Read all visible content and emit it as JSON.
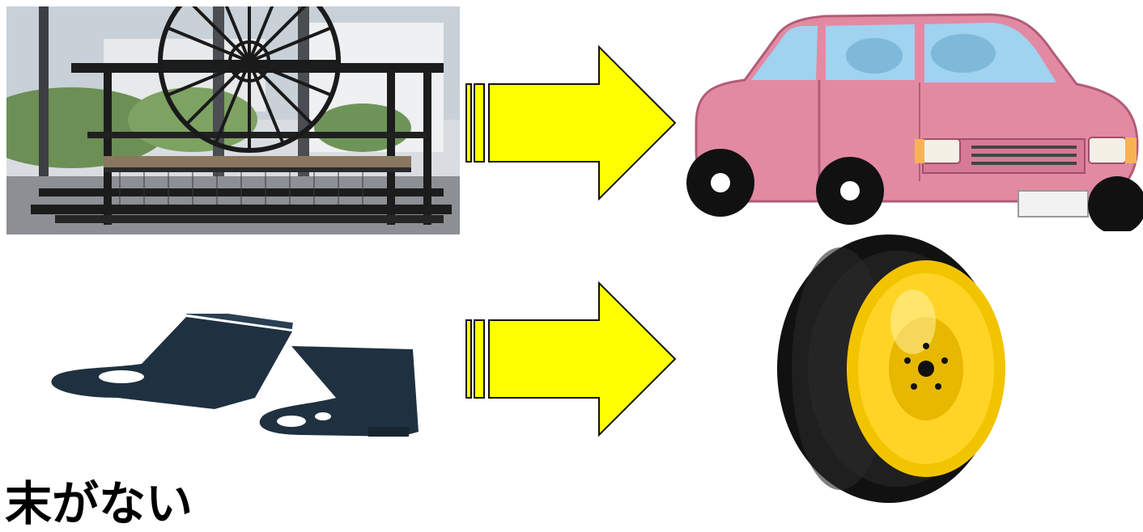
{
  "caption": "末がない",
  "icons": {
    "loom": "loom-photo",
    "car": "car-illustration",
    "boots": "boots-illustration",
    "tire": "tire-illustration",
    "arrow": "block-arrow-right"
  },
  "colors": {
    "arrow_fill": "#ffff00",
    "arrow_stroke": "#111111",
    "car_body": "#e38aa3",
    "car_window": "#9fd3f0",
    "boots": "#1f3140",
    "tire_rubber": "#111111",
    "wheel_yellow": "#f2c400"
  }
}
